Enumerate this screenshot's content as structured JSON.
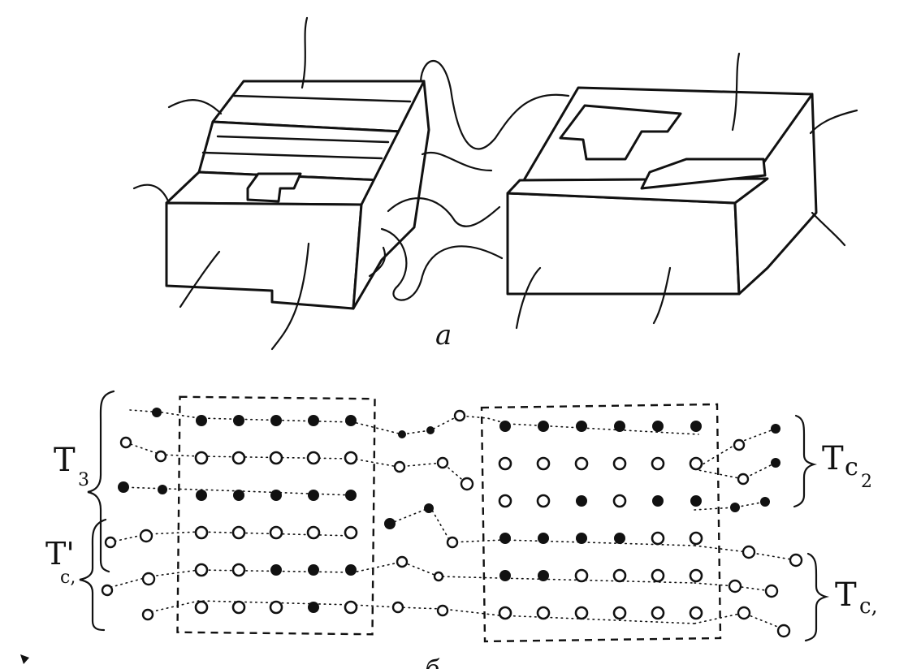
{
  "figure": {
    "part_a_label": "a",
    "part_b_label": "б",
    "labels": {
      "left_top": "T",
      "left_top_sub": "3",
      "left_bottom": "T'",
      "left_bottom_sub": "c,",
      "right_top": "T",
      "right_top_sub": "c",
      "right_top_sub2": "2",
      "right_bottom": "T",
      "right_bottom_sub": "c,"
    },
    "legend": {
      "filled_meaning": "",
      "open_meaning": ""
    },
    "grid_left": {
      "rows": [
        [
          "f",
          "f",
          "f",
          "f",
          "f"
        ],
        [
          "o",
          "o",
          "o",
          "o",
          "o"
        ],
        [
          "f",
          "f",
          "f",
          "f",
          "f"
        ],
        [
          "o",
          "o",
          "o",
          "o",
          "o"
        ],
        [
          "o",
          "o",
          "f",
          "f",
          "f"
        ],
        [
          "o",
          "o",
          "o",
          "f",
          "o"
        ]
      ]
    },
    "grid_right": {
      "rows": [
        [
          "f",
          "f",
          "f",
          "f",
          "f",
          "f"
        ],
        [
          "o",
          "o",
          "o",
          "o",
          "o",
          "o"
        ],
        [
          "o",
          "o",
          "f",
          "o",
          "f",
          "f"
        ],
        [
          "f",
          "f",
          "f",
          "f",
          "o",
          "o"
        ],
        [
          "f",
          "f",
          "o",
          "o",
          "o",
          "o"
        ],
        [
          "o",
          "o",
          "o",
          "o",
          "o",
          "o"
        ]
      ]
    }
  }
}
